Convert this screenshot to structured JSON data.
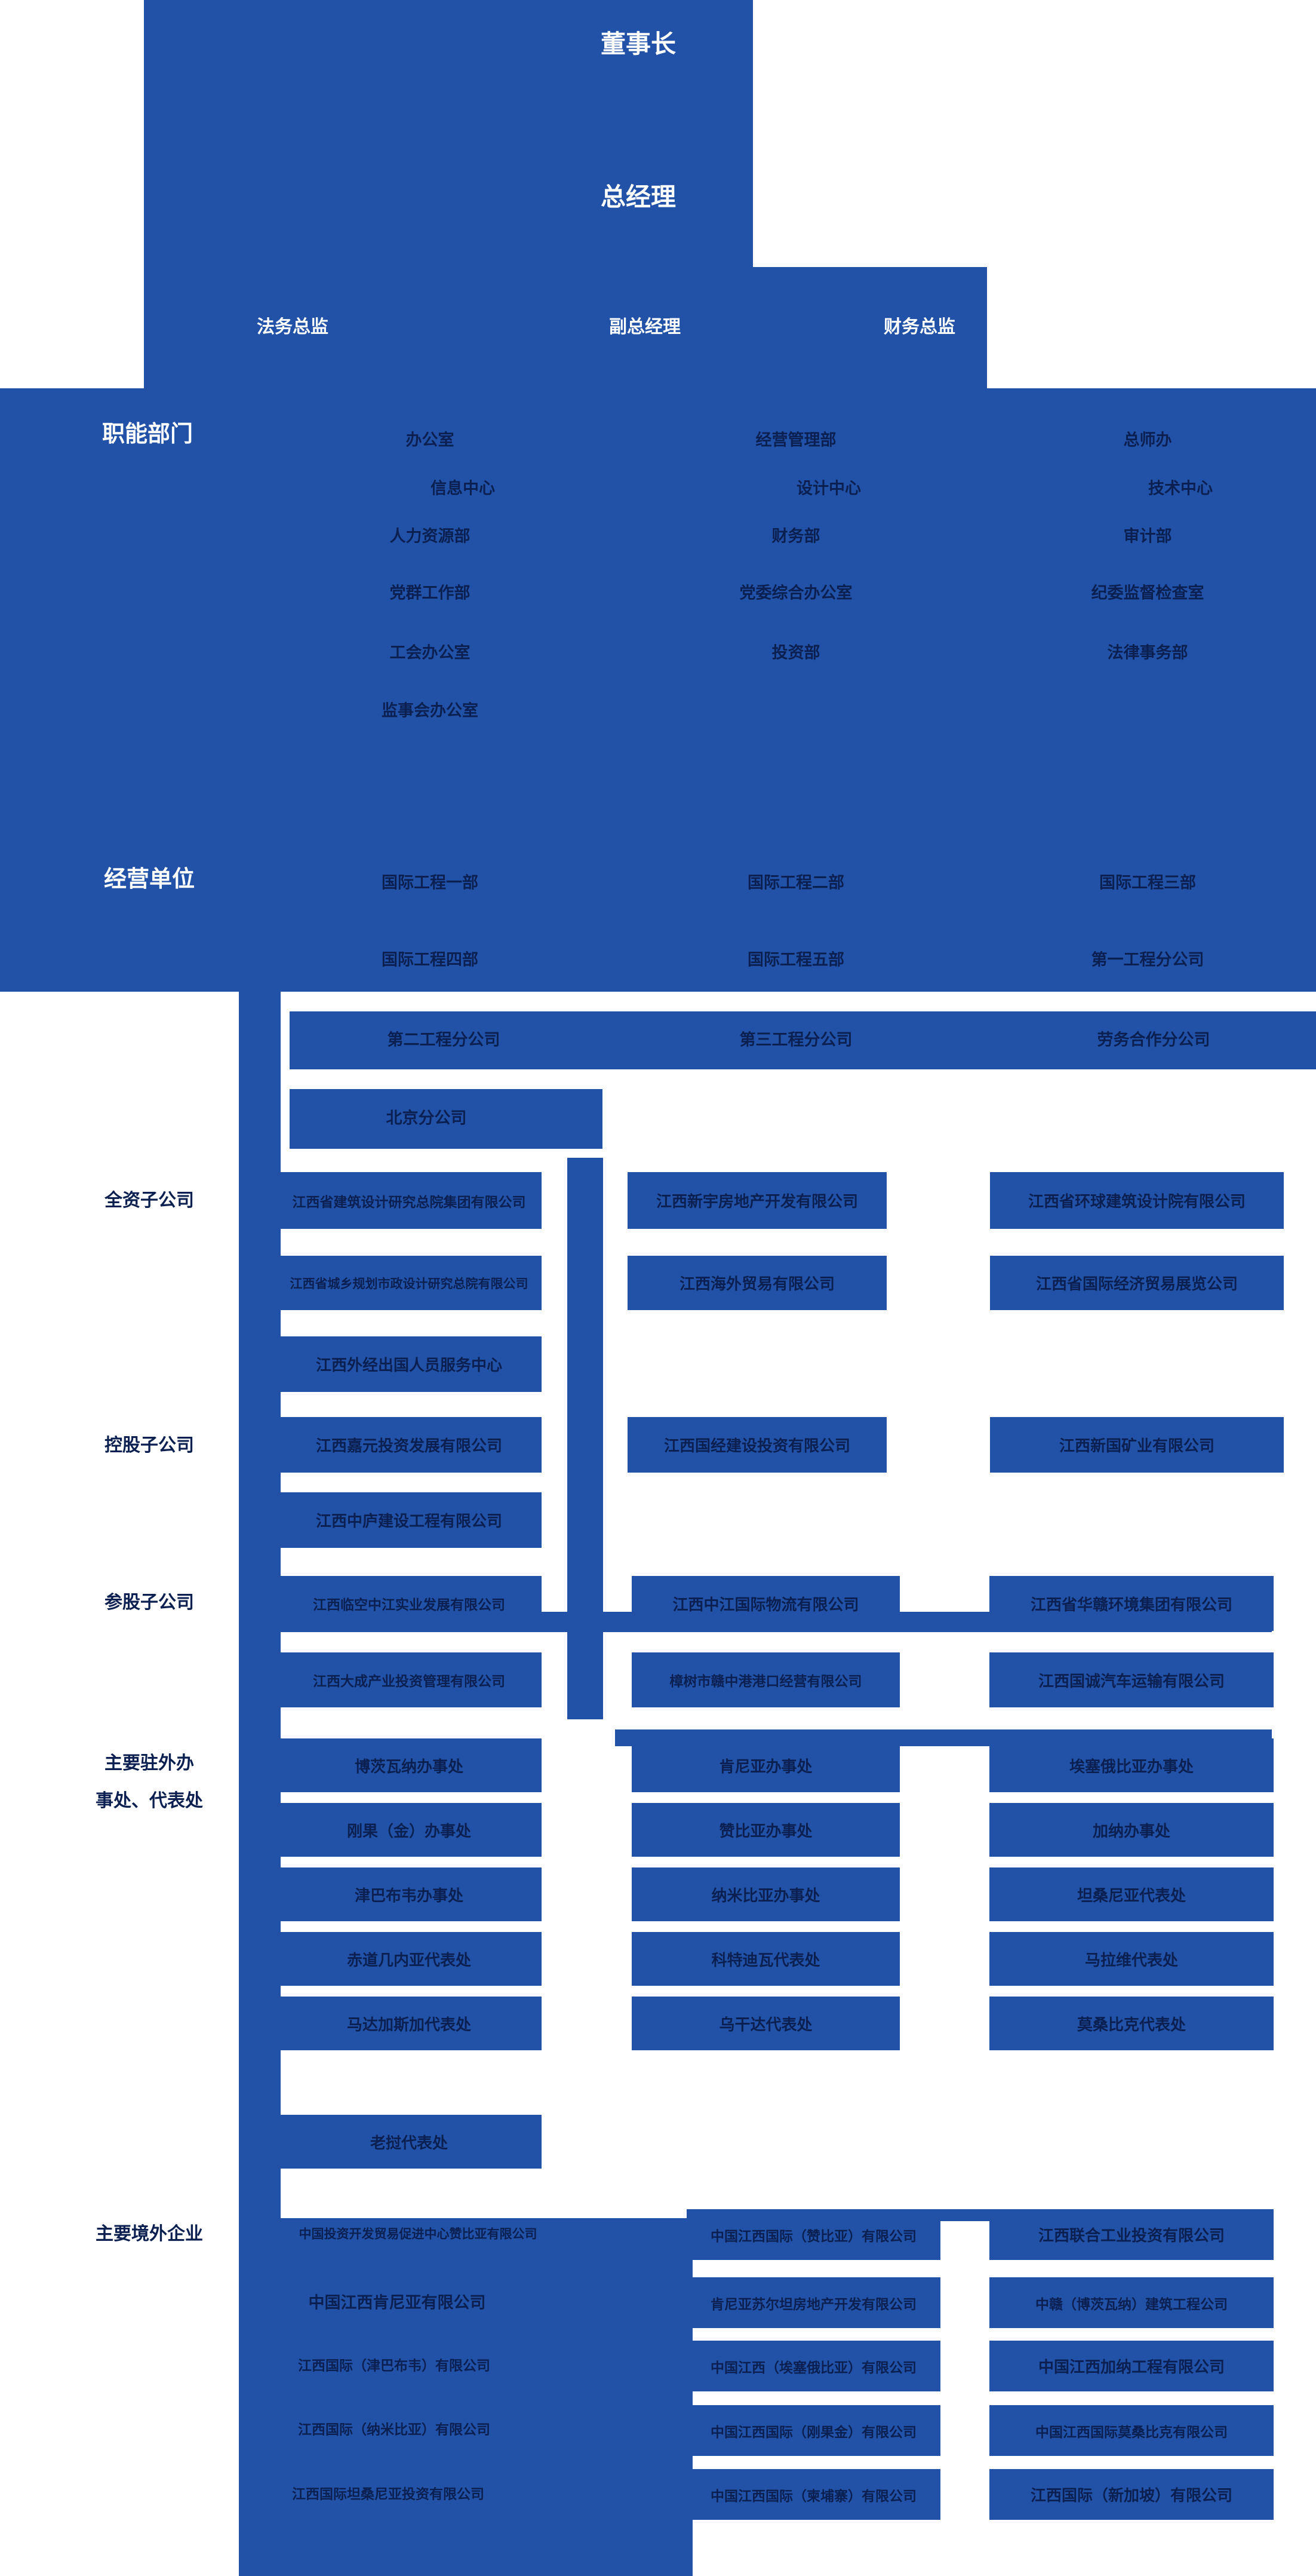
{
  "colors": {
    "primary_blue": "#2152A8",
    "dark_text": "#0B2050",
    "background": "#FFFFFF",
    "white_text": "#FFFFFF"
  },
  "header": {
    "chairman": "董事长",
    "general_manager": "总经理",
    "legal_director": "法务总监",
    "deputy_general_manager": "副总经理",
    "finance_director": "财务总监"
  },
  "sections": {
    "functional": {
      "label": "职能部门",
      "rows": [
        [
          "办公室",
          "经营管理部",
          "总师办"
        ],
        [
          "信息中心",
          "设计中心",
          "技术中心"
        ],
        [
          "人力资源部",
          "财务部",
          "审计部"
        ],
        [
          "党群工作部",
          "党委综合办公室",
          "纪委监督检查室"
        ],
        [
          "工会办公室",
          "投资部",
          "法律事务部"
        ],
        [
          "监事会办公室",
          "",
          ""
        ]
      ]
    },
    "business": {
      "label": "经营单位",
      "rows": [
        [
          "国际工程一部",
          "国际工程二部",
          "国际工程三部"
        ],
        [
          "国际工程四部",
          "国际工程五部",
          "第一工程分公司"
        ]
      ],
      "branch_row": [
        "第二工程分公司",
        "第三工程分公司",
        "劳务合作分公司"
      ],
      "beijing_branch": "北京分公司"
    },
    "wholly_owned": {
      "label": "全资子公司",
      "rows": [
        [
          "江西省建筑设计研究总院集团有限公司",
          "江西新宇房地产开发有限公司",
          "江西省环球建筑设计院有限公司"
        ],
        [
          "江西省城乡规划市政设计研究总院有限公司",
          "江西海外贸易有限公司",
          "江西省国际经济贸易展览公司"
        ],
        [
          "江西外经出国人员服务中心",
          "",
          ""
        ]
      ]
    },
    "holding": {
      "label": "控股子公司",
      "rows": [
        [
          "江西嘉元投资发展有限公司",
          "江西国经建设投资有限公司",
          "江西新国矿业有限公司"
        ],
        [
          "江西中庐建设工程有限公司",
          "",
          ""
        ]
      ]
    },
    "participating": {
      "label": "参股子公司",
      "rows": [
        [
          "江西临空中江实业发展有限公司",
          "江西中江国际物流有限公司",
          "江西省华赣环境集团有限公司"
        ],
        [
          "江西大成产业投资管理有限公司",
          "樟树市赣中港港口经营有限公司",
          "江西国诚汽车运输有限公司"
        ]
      ]
    },
    "overseas_offices": {
      "label_line1": "主要驻外办",
      "label_line2": "事处、代表处",
      "rows": [
        [
          "博茨瓦纳办事处",
          "肯尼亚办事处",
          "埃塞俄比亚办事处"
        ],
        [
          "刚果（金）办事处",
          "赞比亚办事处",
          "加纳办事处"
        ],
        [
          "津巴布韦办事处",
          "纳米比亚办事处",
          "坦桑尼亚代表处"
        ],
        [
          "赤道几内亚代表处",
          "科特迪瓦代表处",
          "马拉维代表处"
        ],
        [
          "马达加斯加代表处",
          "乌干达代表处",
          "莫桑比克代表处"
        ],
        [
          "老挝代表处",
          "",
          ""
        ]
      ]
    },
    "overseas_enterprises": {
      "label": "主要境外企业",
      "col1": [
        "中国投资开发贸易促进中心赞比亚有限公司",
        "中国江西肯尼亚有限公司",
        "江西国际（津巴布韦）有限公司",
        "江西国际（纳米比亚）有限公司",
        "江西国际坦桑尼亚投资有限公司"
      ],
      "col2": [
        "中国江西国际（赞比亚）有限公司",
        "肯尼亚苏尔坦房地产开发有限公司",
        "中国江西（埃塞俄比亚）有限公司",
        "中国江西国际（刚果金）有限公司",
        "中国江西国际（柬埔寨）有限公司"
      ],
      "col3": [
        "江西联合工业投资有限公司",
        "中赣（博茨瓦纳）建筑工程公司",
        "中国江西加纳工程有限公司",
        "中国江西国际莫桑比克有限公司",
        "江西国际（新加坡）有限公司"
      ]
    }
  }
}
